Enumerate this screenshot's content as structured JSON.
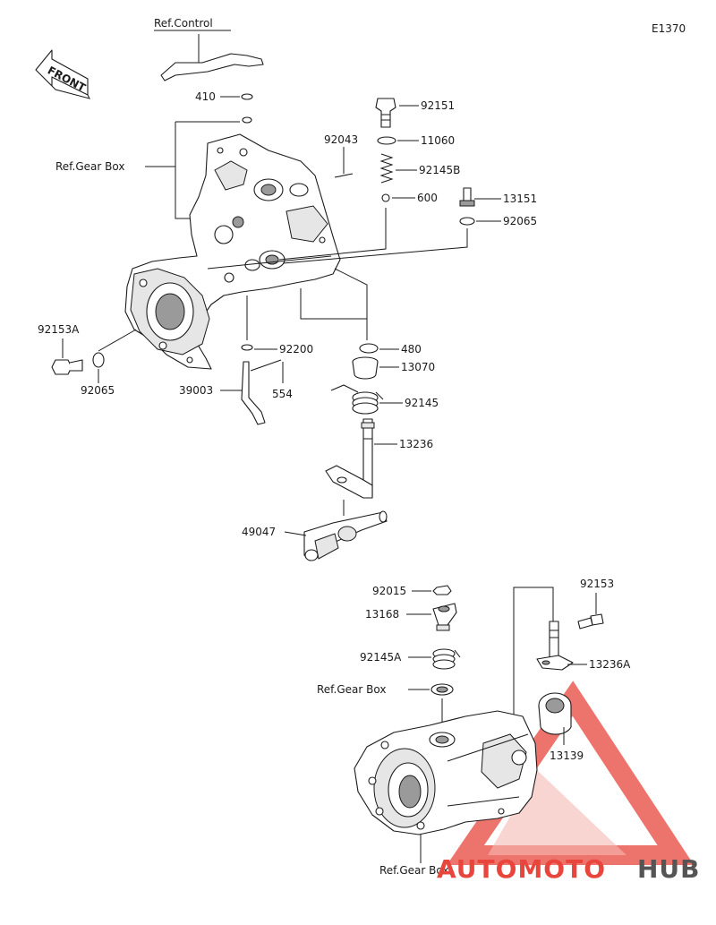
{
  "diagram_code": "E1370",
  "front_label": "FRONT",
  "refs": {
    "control": "Ref.Control",
    "gear_box_1": "Ref.Gear Box",
    "gear_box_2": "Ref.Gear Box",
    "gear_box_3": "Ref.Gear Box"
  },
  "parts": {
    "p410": "410",
    "p92151": "92151",
    "p92043": "92043",
    "p11060": "11060",
    "p92145B": "92145B",
    "p600": "600",
    "p13151": "13151",
    "p92065a": "92065",
    "p92153A": "92153A",
    "p92065b": "92065",
    "p92200": "92200",
    "p480": "480",
    "p13070": "13070",
    "p39003": "39003",
    "p554": "554",
    "p92145": "92145",
    "p13236": "13236",
    "p49047": "49047",
    "p92015": "92015",
    "p92153": "92153",
    "p13168": "13168",
    "p92145A": "92145A",
    "p13236A": "13236A",
    "p13139": "13139"
  },
  "watermark": {
    "part1": "AUTOMOTO",
    "part2": "HUB",
    "color_red": "#e8463c",
    "color_gray": "#555555"
  }
}
